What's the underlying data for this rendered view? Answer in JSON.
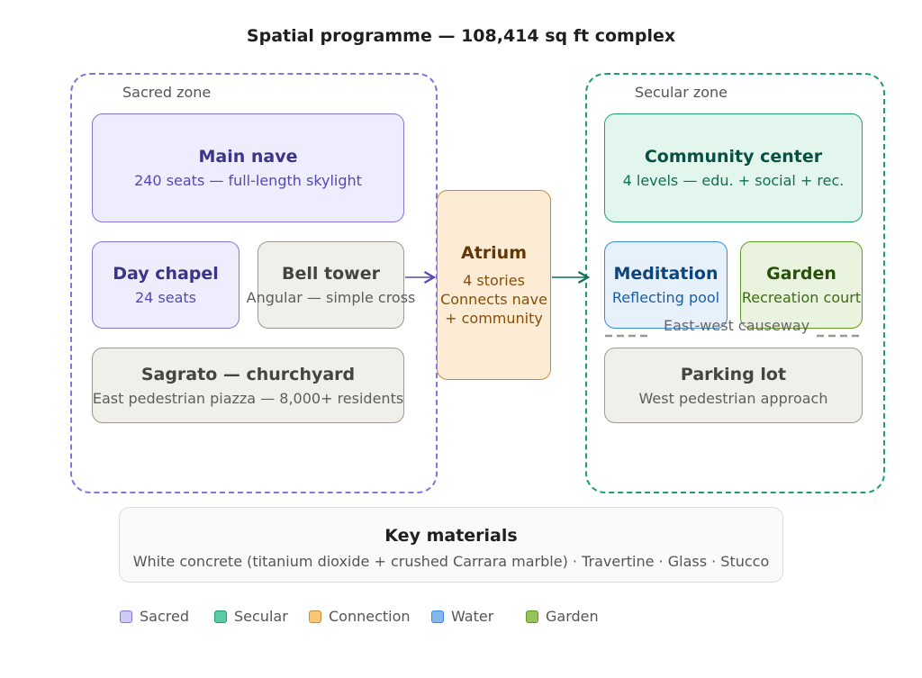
{
  "title": "Spatial programme — 108,414 sq ft complex",
  "zones": {
    "sacred": "Sacred zone",
    "secular": "Secular zone"
  },
  "nodes": {
    "main_nave": {
      "title": "Main nave",
      "subtitle": "240 seats — full-length skylight"
    },
    "day_chapel": {
      "title": "Day chapel",
      "subtitle": "24 seats"
    },
    "bell_tower": {
      "title": "Bell tower",
      "subtitle": "Angular — simple cross"
    },
    "sagrato": {
      "title": "Sagrato — churchyard",
      "subtitle": "East pedestrian piazza — 8,000+ residents"
    },
    "atrium": {
      "title": "Atrium",
      "line1": "4 stories",
      "line2": "Connects nave",
      "line3": "+ community"
    },
    "community_center": {
      "title": "Community center",
      "subtitle": "4 levels — edu. + social + rec."
    },
    "meditation": {
      "title": "Meditation",
      "subtitle": "Reflecting pool"
    },
    "garden": {
      "title": "Garden",
      "subtitle": "Recreation court"
    },
    "parking": {
      "title": "Parking lot",
      "subtitle": "West pedestrian approach"
    }
  },
  "causeway_label": "East-west causeway",
  "key_materials": {
    "title": "Key materials",
    "text": "White concrete (titanium dioxide + crushed Carrara marble) · Travertine · Glass · Stucco"
  },
  "legend": [
    {
      "label": "Sacred",
      "color": "#cecbf6",
      "border": "#7f77dd"
    },
    {
      "label": "Secular",
      "color": "#5dcaa5",
      "border": "#1d9e75"
    },
    {
      "label": "Connection",
      "color": "#fac775",
      "border": "#c88a3a"
    },
    {
      "label": "Water",
      "color": "#85b7eb",
      "border": "#378add"
    },
    {
      "label": "Garden",
      "color": "#97c459",
      "border": "#639922"
    }
  ],
  "colors": {
    "sacred_border": "#7f77dd",
    "secular_border": "#1d9e75",
    "arrow_sacred": "#534ab7",
    "arrow_secular": "#0f6e56"
  }
}
